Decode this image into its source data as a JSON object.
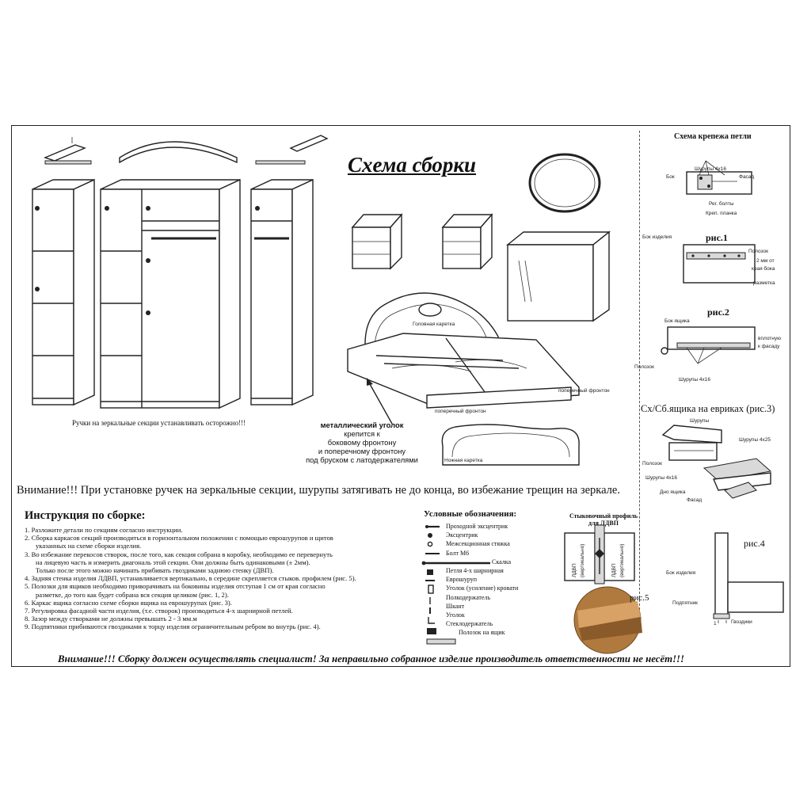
{
  "title": "Схема сборки",
  "top_note": "Ручки  на зеркальные секции устанавливать осторожно!!!",
  "warning_mirror": "Внимание!!! При установке ручек  на зеркальные секции, шурупы затягивать не до конца, во избежание трещин на зеркале.",
  "bed_labels": {
    "headboard": "Головная каретка",
    "footboard": "Ножная каретка",
    "side_front": "поперечный фронтон",
    "cross_front": "поперечный фронтон",
    "corner_title": "металлический уголок",
    "corner_text_1": "крепится к",
    "corner_text_2": "боковому фронтону",
    "corner_text_3": "и поперечному фронтону",
    "corner_text_4": "под бруском с латодержателями"
  },
  "hinge": {
    "title": "Схема крепежа петли",
    "screws": "Шурупы 4х16",
    "side": "Бок",
    "facade": "Фасад",
    "bolts": "Рег. болты",
    "plate": "Креп. планка"
  },
  "fig1": {
    "label": "рис.1",
    "side": "Бок изделия",
    "runner": "Полозок",
    "offset_1": "2  мм от",
    "offset_2": "края бока",
    "marking": "разметка"
  },
  "fig2": {
    "label": "рис.2",
    "box_side": "Бок ящика",
    "runner": "Полозок",
    "screws": "Шурупы 4х16",
    "flush_1": "вплотную",
    "flush_2": "к фасаду"
  },
  "fig3": {
    "label": "Сх/Сб.ящика на евриках (рис.3)",
    "screws": "Шурупы",
    "screws2": "Шурупы 4х25",
    "runner": "Полозок",
    "screws3": "Шурупы 4х16",
    "bottom": "Дно ящика",
    "facade": "Фасад"
  },
  "instructions": {
    "heading": "Инструкция по сборке:",
    "items": [
      "1. Разложите детали по секциям согласно инструкции.",
      "2. Сборка каркасов секций производиться в горизонтальном положении с помощью еврошурупов и щитов",
      "указанных на схеме сборки изделия.",
      "3. Во избежание перекосов створок, после того, как секция собрана в коробку, необходимо ее перевернуть",
      "на лицевую часть и измерить диагональ этой секции. Они должны быть одинаковыми (± 2мм).",
      "Только после этого можно начинать прибивать гвоздиками заднюю стенку (ДВП).",
      "4. Задняя стенка изделия ЛДВП, устанавливается вертикально, в середине скрепляется стыков. профилем (рис. 5).",
      "5. Полозки для ящиков необходимо приворачивать на боковины изделия отступая 1 см от края согласно",
      "разметке, до того как будет собрана вся секция целиком (рис. 1, 2).",
      "6. Каркас ящика согласно схеме сборки ящика на еврошурупах (рис. 3).",
      "7. Регулировка фасадной части изделия, (т.е. створок) производиться 4-х шарнирной петлей.",
      "8. Зазор между створками не должны превышать 2 - 3 мм.м",
      "9. Подпятники прибиваются гвоздиками к торцу изделия ограничительным ребром во внутрь (рис. 4)."
    ]
  },
  "legend": {
    "heading": "Условные обозначения:",
    "items": [
      "Проходной эксцентрик",
      "Эксцентрик",
      "Межсекционная стяжка",
      "Болт М6",
      "Скалка",
      "Петля 4-х шарнирная",
      "Еврошуруп",
      "Уголок (усиление) кровати",
      "Полкодержатель",
      "Шкант",
      "Уголок",
      "Стеклодержатель",
      "Полозок на ящик"
    ]
  },
  "profile": {
    "title_1": "Стыковочный профиль",
    "title_2": "для ЛДВП",
    "left_1": "ЛДВП",
    "left_2": "(вертикально)",
    "right_1": "ЛДВП",
    "right_2": "(вертикально)",
    "fig5": "рис.5"
  },
  "fig4": {
    "label": "рис.4",
    "side": "Бок изделия",
    "foot": "Подпятник",
    "nails": "Гвоздики",
    "num": "1"
  },
  "bottom_warning": "Внимание!!! Сборку должен осуществлять специалист! За неправильно собранное изделие производитель ответственности не несёт!!!"
}
